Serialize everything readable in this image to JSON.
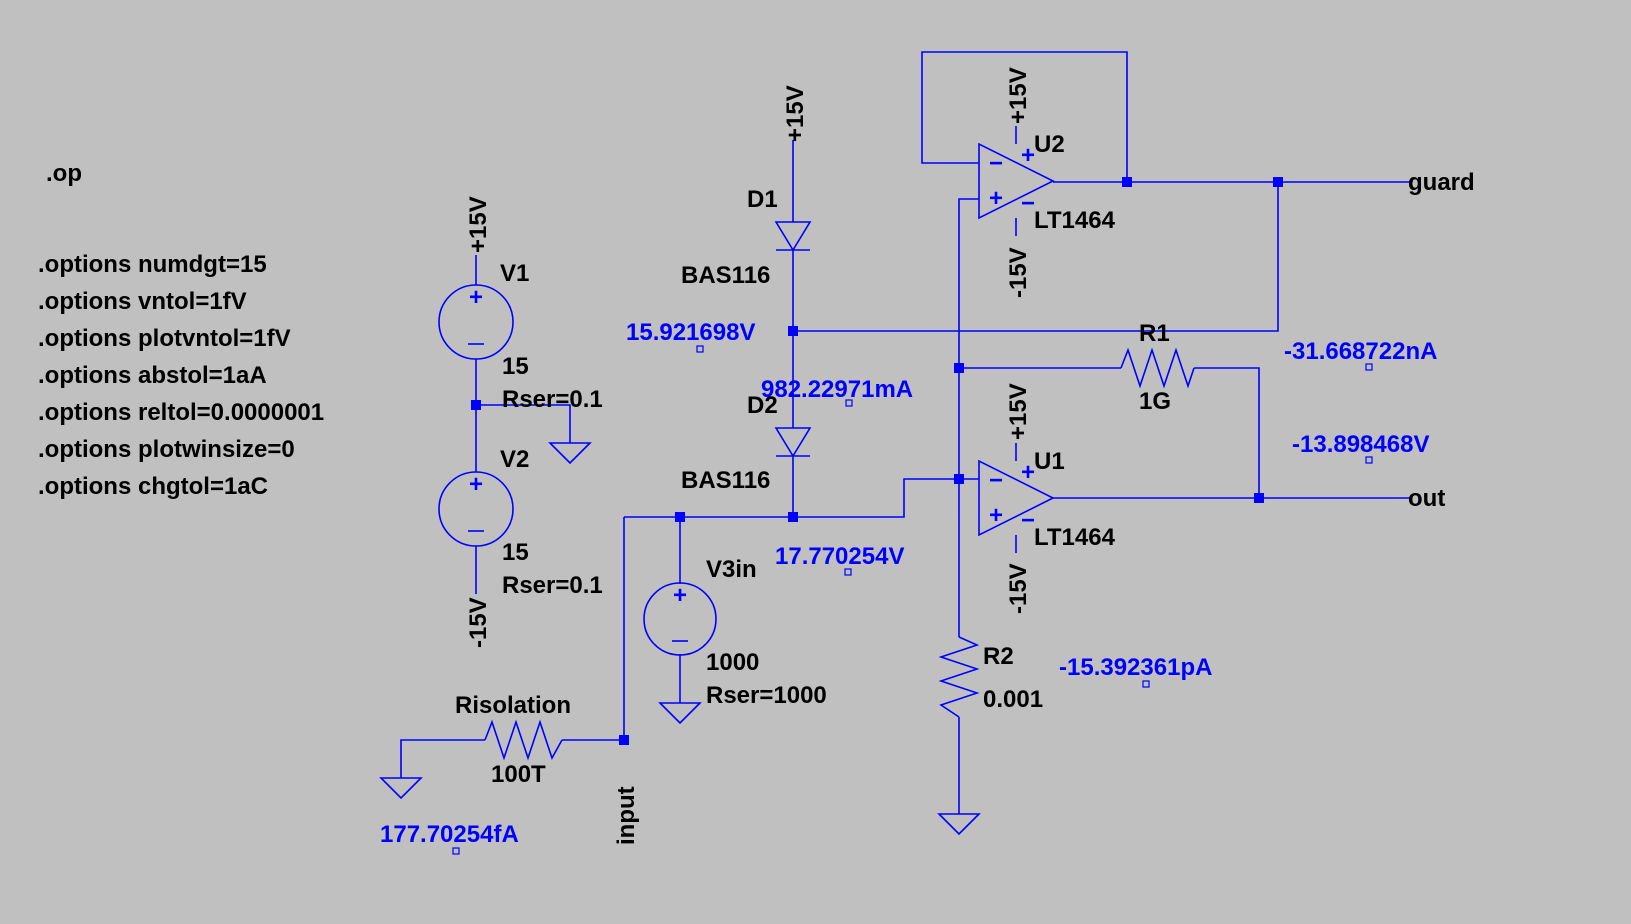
{
  "colors": {
    "background": "#c0c0c0",
    "wire": "#0000ff",
    "label": "#000000",
    "measurement": "#0000ff"
  },
  "directives": [
    ".op",
    ".options numdgt=15",
    ".options vntol=1fV",
    ".options plotvntol=1fV",
    ".options abstol=1aA",
    ".options reltol=0.0000001",
    ".options plotwinsize=0",
    ".options chgtol=1aC"
  ],
  "power": {
    "pos": "+15V",
    "neg": "-15V"
  },
  "V1": {
    "name": "V1",
    "value": "15",
    "rser": "Rser=0.1"
  },
  "V2": {
    "name": "V2",
    "value": "15",
    "rser": "Rser=0.1"
  },
  "V3": {
    "name": "V3in",
    "value": "1000",
    "rser": "Rser=1000"
  },
  "D1": {
    "name": "D1",
    "model": "BAS116"
  },
  "D2": {
    "name": "D2",
    "model": "BAS116"
  },
  "U1": {
    "name": "U1",
    "model": "LT1464"
  },
  "U2": {
    "name": "U2",
    "model": "LT1464"
  },
  "R1": {
    "name": "R1",
    "value": "1G"
  },
  "R2": {
    "name": "R2",
    "value": "0.001"
  },
  "Risolation": {
    "name": "Risolation",
    "value": "100T"
  },
  "nets": {
    "guard": "guard",
    "out": "out",
    "input": "input"
  },
  "measurements": {
    "d_mid_voltage": "15.921698V",
    "d2_current": "982.22971mA",
    "input_voltage": "17.770254V",
    "r1_current": "-31.668722nA",
    "out_voltage": "-13.898468V",
    "r2_current": "-15.392361pA",
    "risolation_current": "177.70254fA"
  }
}
